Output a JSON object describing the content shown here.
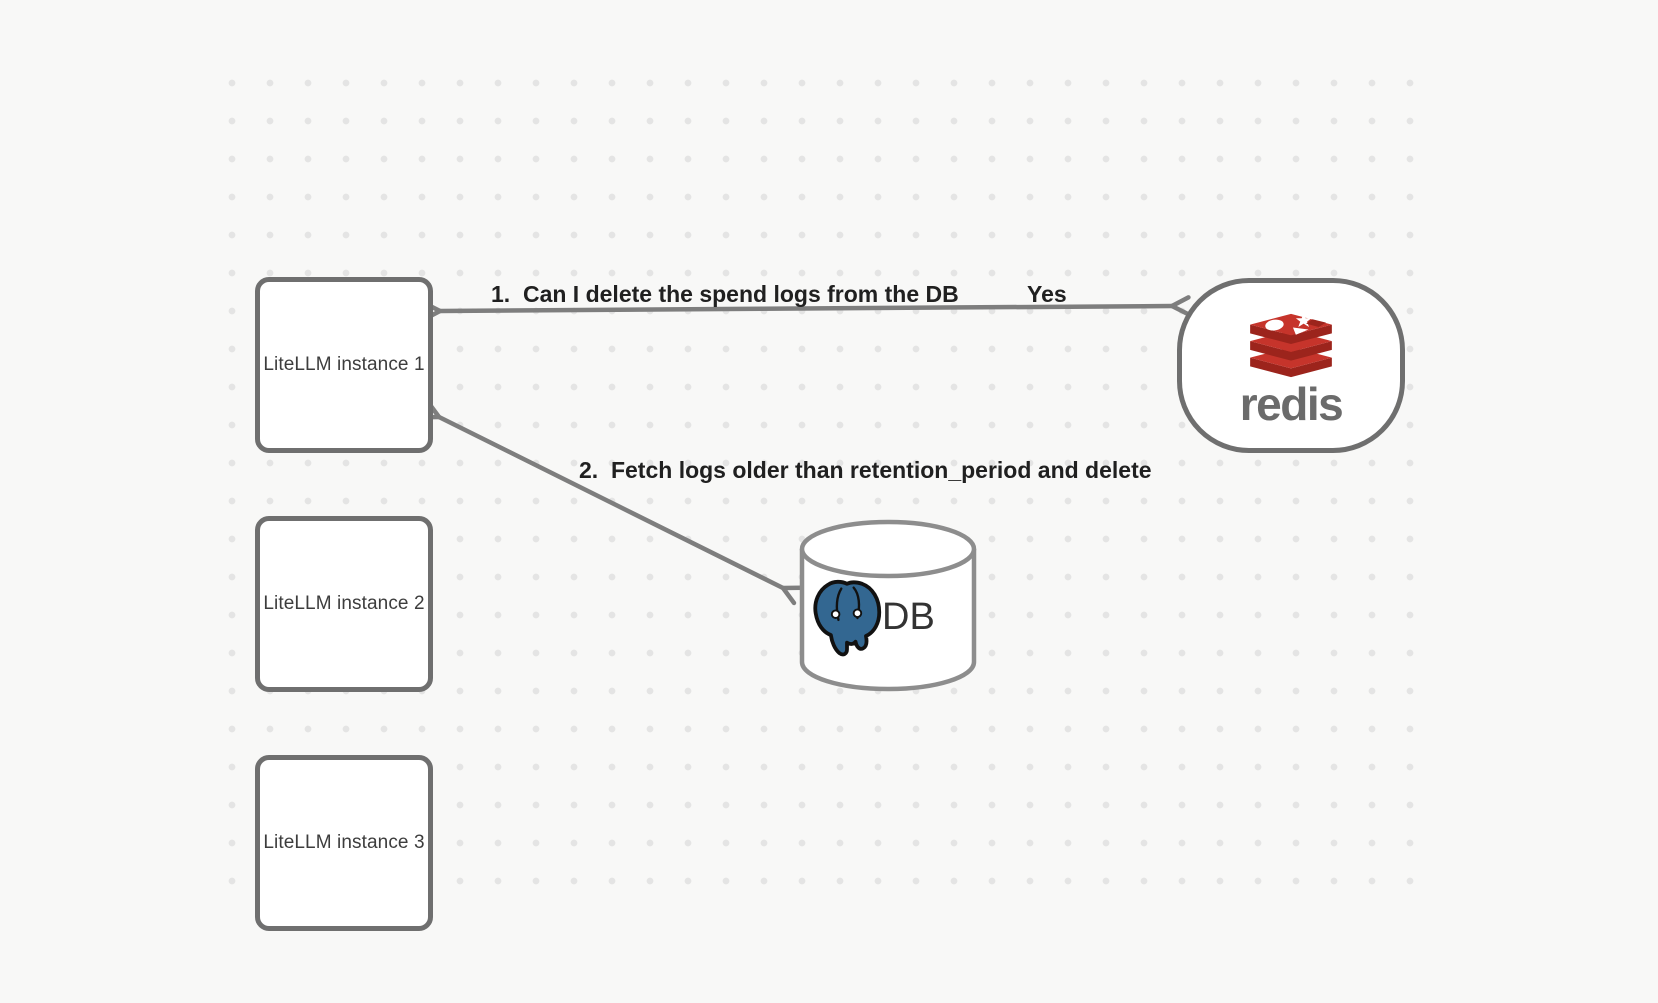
{
  "app": {
    "type": "architecture-diagram",
    "background_color": "#f8f8f7",
    "dot_grid_color": "#e4e4e4"
  },
  "nodes": {
    "litellm_instances": [
      {
        "label": "LiteLLM instance 1"
      },
      {
        "label": "LiteLLM instance 2"
      },
      {
        "label": "LiteLLM instance 3"
      }
    ],
    "redis": {
      "label": "redis",
      "icon": "redis-logo-icon",
      "brand_red": "#c6342b",
      "brand_dark_red": "#9c241c",
      "wordmark_color": "#6b6b6b"
    },
    "db": {
      "label": "DB",
      "icon": "postgresql-logo-icon",
      "postgres_blue": "#336791"
    }
  },
  "edges": [
    {
      "from": "LiteLLM instance 1",
      "to": "redis",
      "direction": "bidirectional",
      "label": "1.  Can I delete the spend logs from the DB",
      "response": "Yes"
    },
    {
      "from": "LiteLLM instance 1",
      "to": "DB",
      "direction": "bidirectional",
      "label": "2.  Fetch logs older than retention_period and delete"
    }
  ],
  "style": {
    "arrow_color": "#7e7e7e",
    "node_border_color": "#6f6f6f",
    "edge_label_color": "#202020",
    "box_label_color": "#3d3d3d"
  }
}
